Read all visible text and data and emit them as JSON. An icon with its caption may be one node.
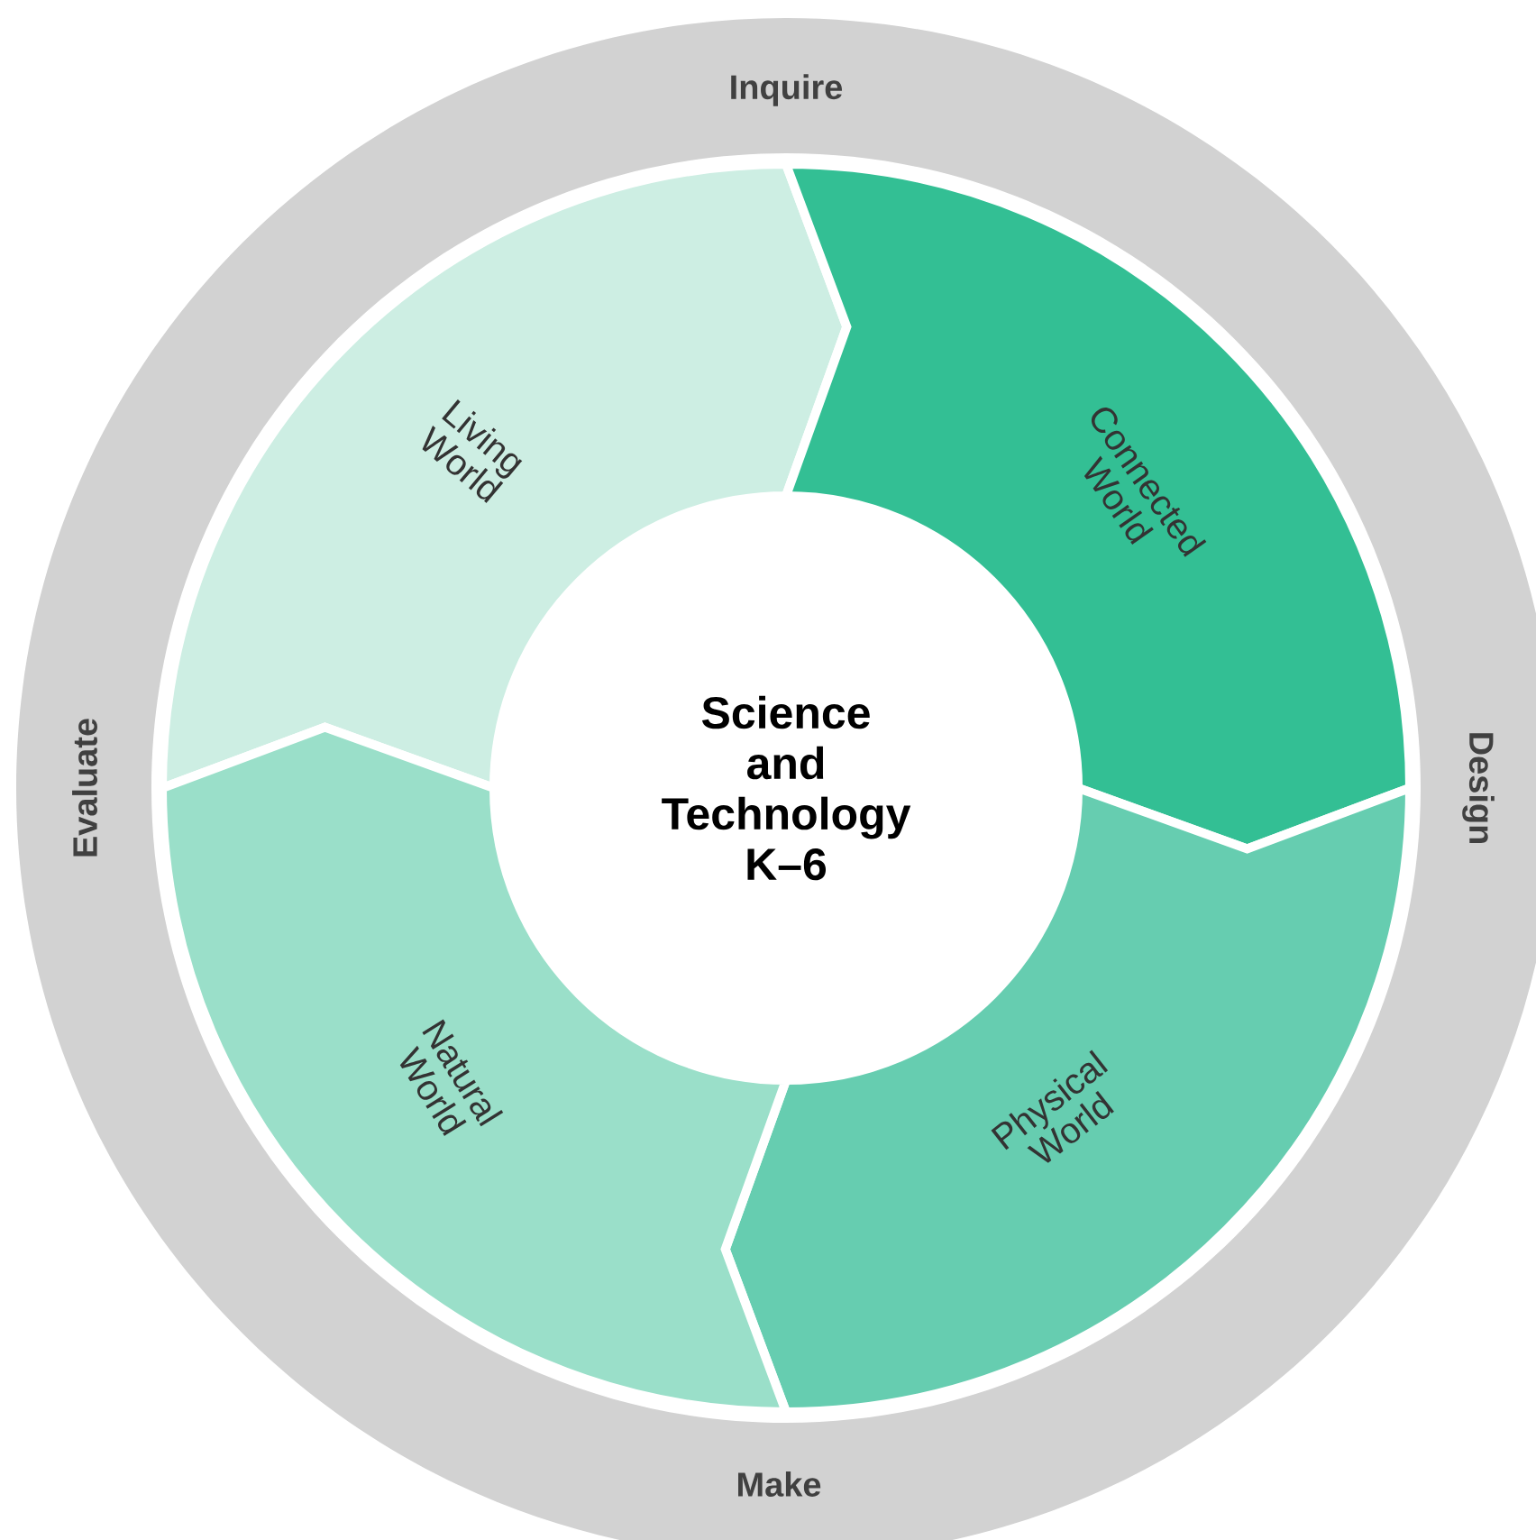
{
  "diagram": {
    "nodes": [
      {
        "text": [
          "Inquire",
          "Design",
          "Make",
          "Evaluate"
        ]
      },
      {
        "text": [
          "Science and Technology K–6"
        ],
        "in": 0
      },
      {
        "text": [
          "Living World"
        ],
        "in": 0
      },
      {
        "text": [
          "Connected World"
        ],
        "in": 0
      },
      {
        "text": [
          "Physical World"
        ],
        "in": 0
      },
      {
        "text": [
          "Natural World"
        ],
        "in": 0
      }
    ]
  }
}
